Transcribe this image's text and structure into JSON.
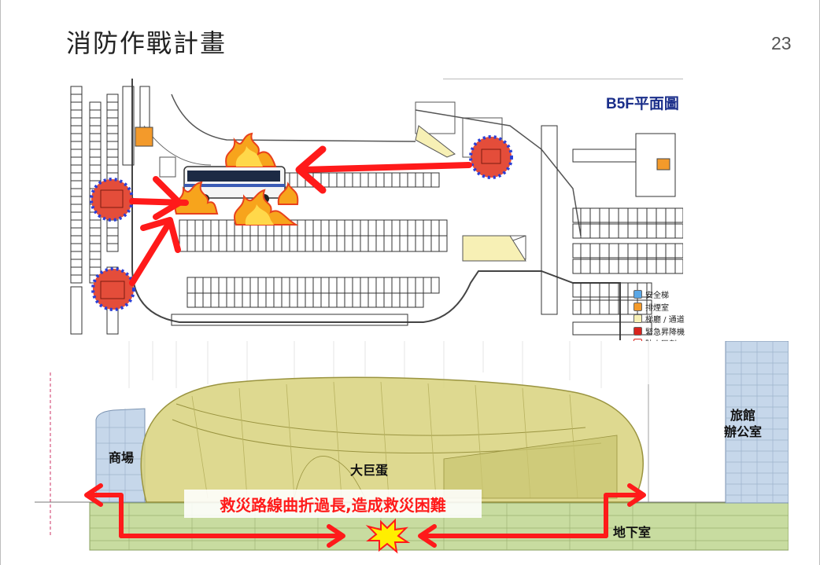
{
  "slide": {
    "title": "消防作戰計畫",
    "page_number": "23"
  },
  "floor_plan": {
    "title": "B5F平面圖",
    "legend": [
      {
        "label": "安全梯",
        "color": "#5aa7e6"
      },
      {
        "label": "排煙室",
        "color": "#f39a2b"
      },
      {
        "label": "梯廳 / 通道",
        "color": "#f7f0b5"
      },
      {
        "label": "緊急昇降機",
        "color": "#d9231d"
      },
      {
        "label": "防火區劃",
        "color": "#ffffff"
      }
    ]
  },
  "section_view": {
    "labels": {
      "mall": "商場",
      "dome": "大巨蛋",
      "hotel_office": "旅館\n辦公室",
      "basement": "地下室"
    },
    "warning": "救災路線曲折過長,造成救災困難"
  },
  "colors": {
    "arrow_red": "#ff1a1a",
    "dome_yellow": "#d8d27c",
    "basement_green": "#c8dca0",
    "tower_blue": "#c6d7ea",
    "plan_title_blue": "#1a2e8a"
  }
}
